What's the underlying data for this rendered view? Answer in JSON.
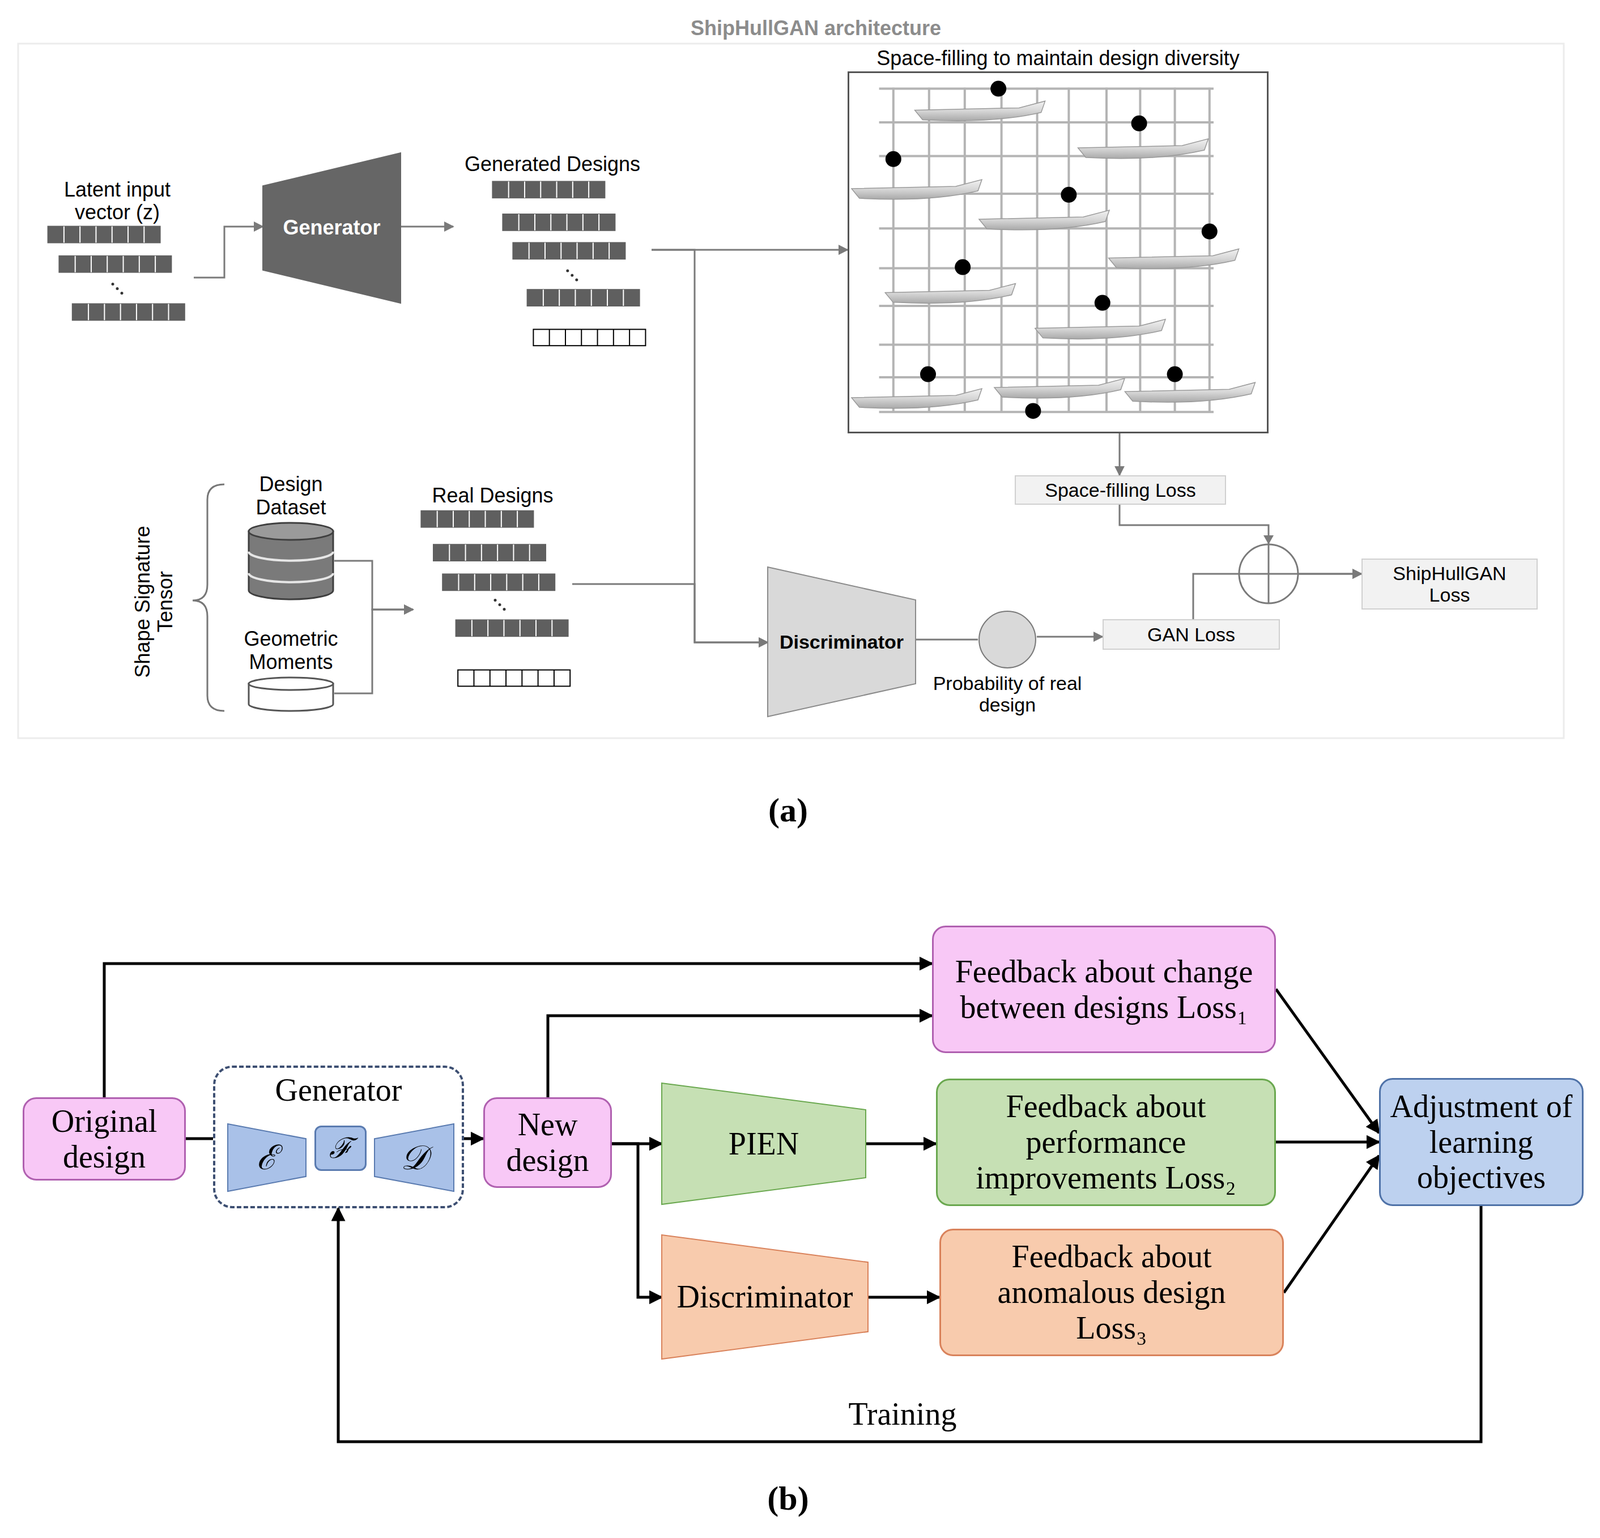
{
  "diagram": {
    "nodes": [
      {
        "text": [
          "Latent input vector (z)"
        ]
      },
      {
        "text": [
          "Generator"
        ]
      },
      {
        "text": [
          "Generated Designs"
        ]
      },
      {
        "text": [
          "Space-filling to maintain design diversity"
        ]
      },
      {
        "text": [
          "Space-filling Loss"
        ]
      },
      {
        "text": [
          "Design Dataset"
        ]
      },
      {
        "text": [
          "Geometric Moments"
        ]
      },
      {
        "text": [
          "Real Designs"
        ]
      },
      {
        "text": [
          "Discriminator"
        ]
      },
      {
        "text": [
          "Probability of real design"
        ]
      },
      {
        "text": [
          "GAN Loss"
        ]
      },
      {
        "text": [
          "ShipHullGAN Loss"
        ]
      },
      {
        "text": [
          "Original design"
        ]
      },
      {
        "text": [
          "Generator"
        ]
      },
      {
        "text": [
          "ℰ"
        ],
        "in": 13
      },
      {
        "text": [
          "ℱ"
        ],
        "in": 13
      },
      {
        "text": [
          "𝒟"
        ],
        "in": 13
      },
      {
        "text": [
          "New design"
        ]
      },
      {
        "text": [
          "Feedback about change between designs Loss₁"
        ]
      },
      {
        "text": [
          "PIEN"
        ]
      },
      {
        "text": [
          "Feedback about performance improvements Loss₂"
        ]
      },
      {
        "text": [
          "Discriminator"
        ]
      },
      {
        "text": [
          "Feedback about anomalous design Loss₃"
        ]
      },
      {
        "text": [
          "Adjustment of learning objectives"
        ]
      }
    ],
    "edges": [
      {
        "from": 0,
        "to": 1,
        "arrow": "to"
      },
      {
        "from": 1,
        "to": 2,
        "arrow": "to"
      },
      {
        "from": 2,
        "to": 3,
        "arrow": "to"
      },
      {
        "from": 2,
        "to": 8,
        "arrow": "to"
      },
      {
        "from": 5,
        "to": 7,
        "arrow": "to"
      },
      {
        "from": 6,
        "to": 7,
        "arrow": "to"
      },
      {
        "from": 7,
        "to": 8,
        "arrow": "to"
      },
      {
        "from": 3,
        "to": 4,
        "arrow": "to"
      },
      {
        "from": 8,
        "to": 9,
        "arrow": "none"
      },
      {
        "from": 9,
        "to": 10,
        "arrow": "to"
      },
      {
        "from": 4,
        "to": 11,
        "arrow": "to"
      },
      {
        "from": 10,
        "to": 11,
        "arrow": "to"
      },
      {
        "from": 12,
        "to": 13,
        "arrow": "none"
      },
      {
        "from": 13,
        "to": 17,
        "arrow": "to"
      },
      {
        "from": 12,
        "to": 18,
        "arrow": "to"
      },
      {
        "from": 17,
        "to": 18,
        "arrow": "to"
      },
      {
        "from": 17,
        "to": 19,
        "arrow": "to"
      },
      {
        "from": 17,
        "to": 21,
        "arrow": "to"
      },
      {
        "from": 19,
        "to": 20,
        "arrow": "to"
      },
      {
        "from": 21,
        "to": 22,
        "arrow": "to"
      },
      {
        "from": 18,
        "to": 23,
        "arrow": "to"
      },
      {
        "from": 20,
        "to": 23,
        "arrow": "to"
      },
      {
        "from": 22,
        "to": 23,
        "arrow": "to"
      },
      {
        "from": 23,
        "to": 13,
        "label": "Training",
        "arrow": "to"
      }
    ],
    "labels": [
      "ShipHullGAN architecture",
      "Shape Signature Tensor",
      "(a)",
      "(b)"
    ]
  }
}
